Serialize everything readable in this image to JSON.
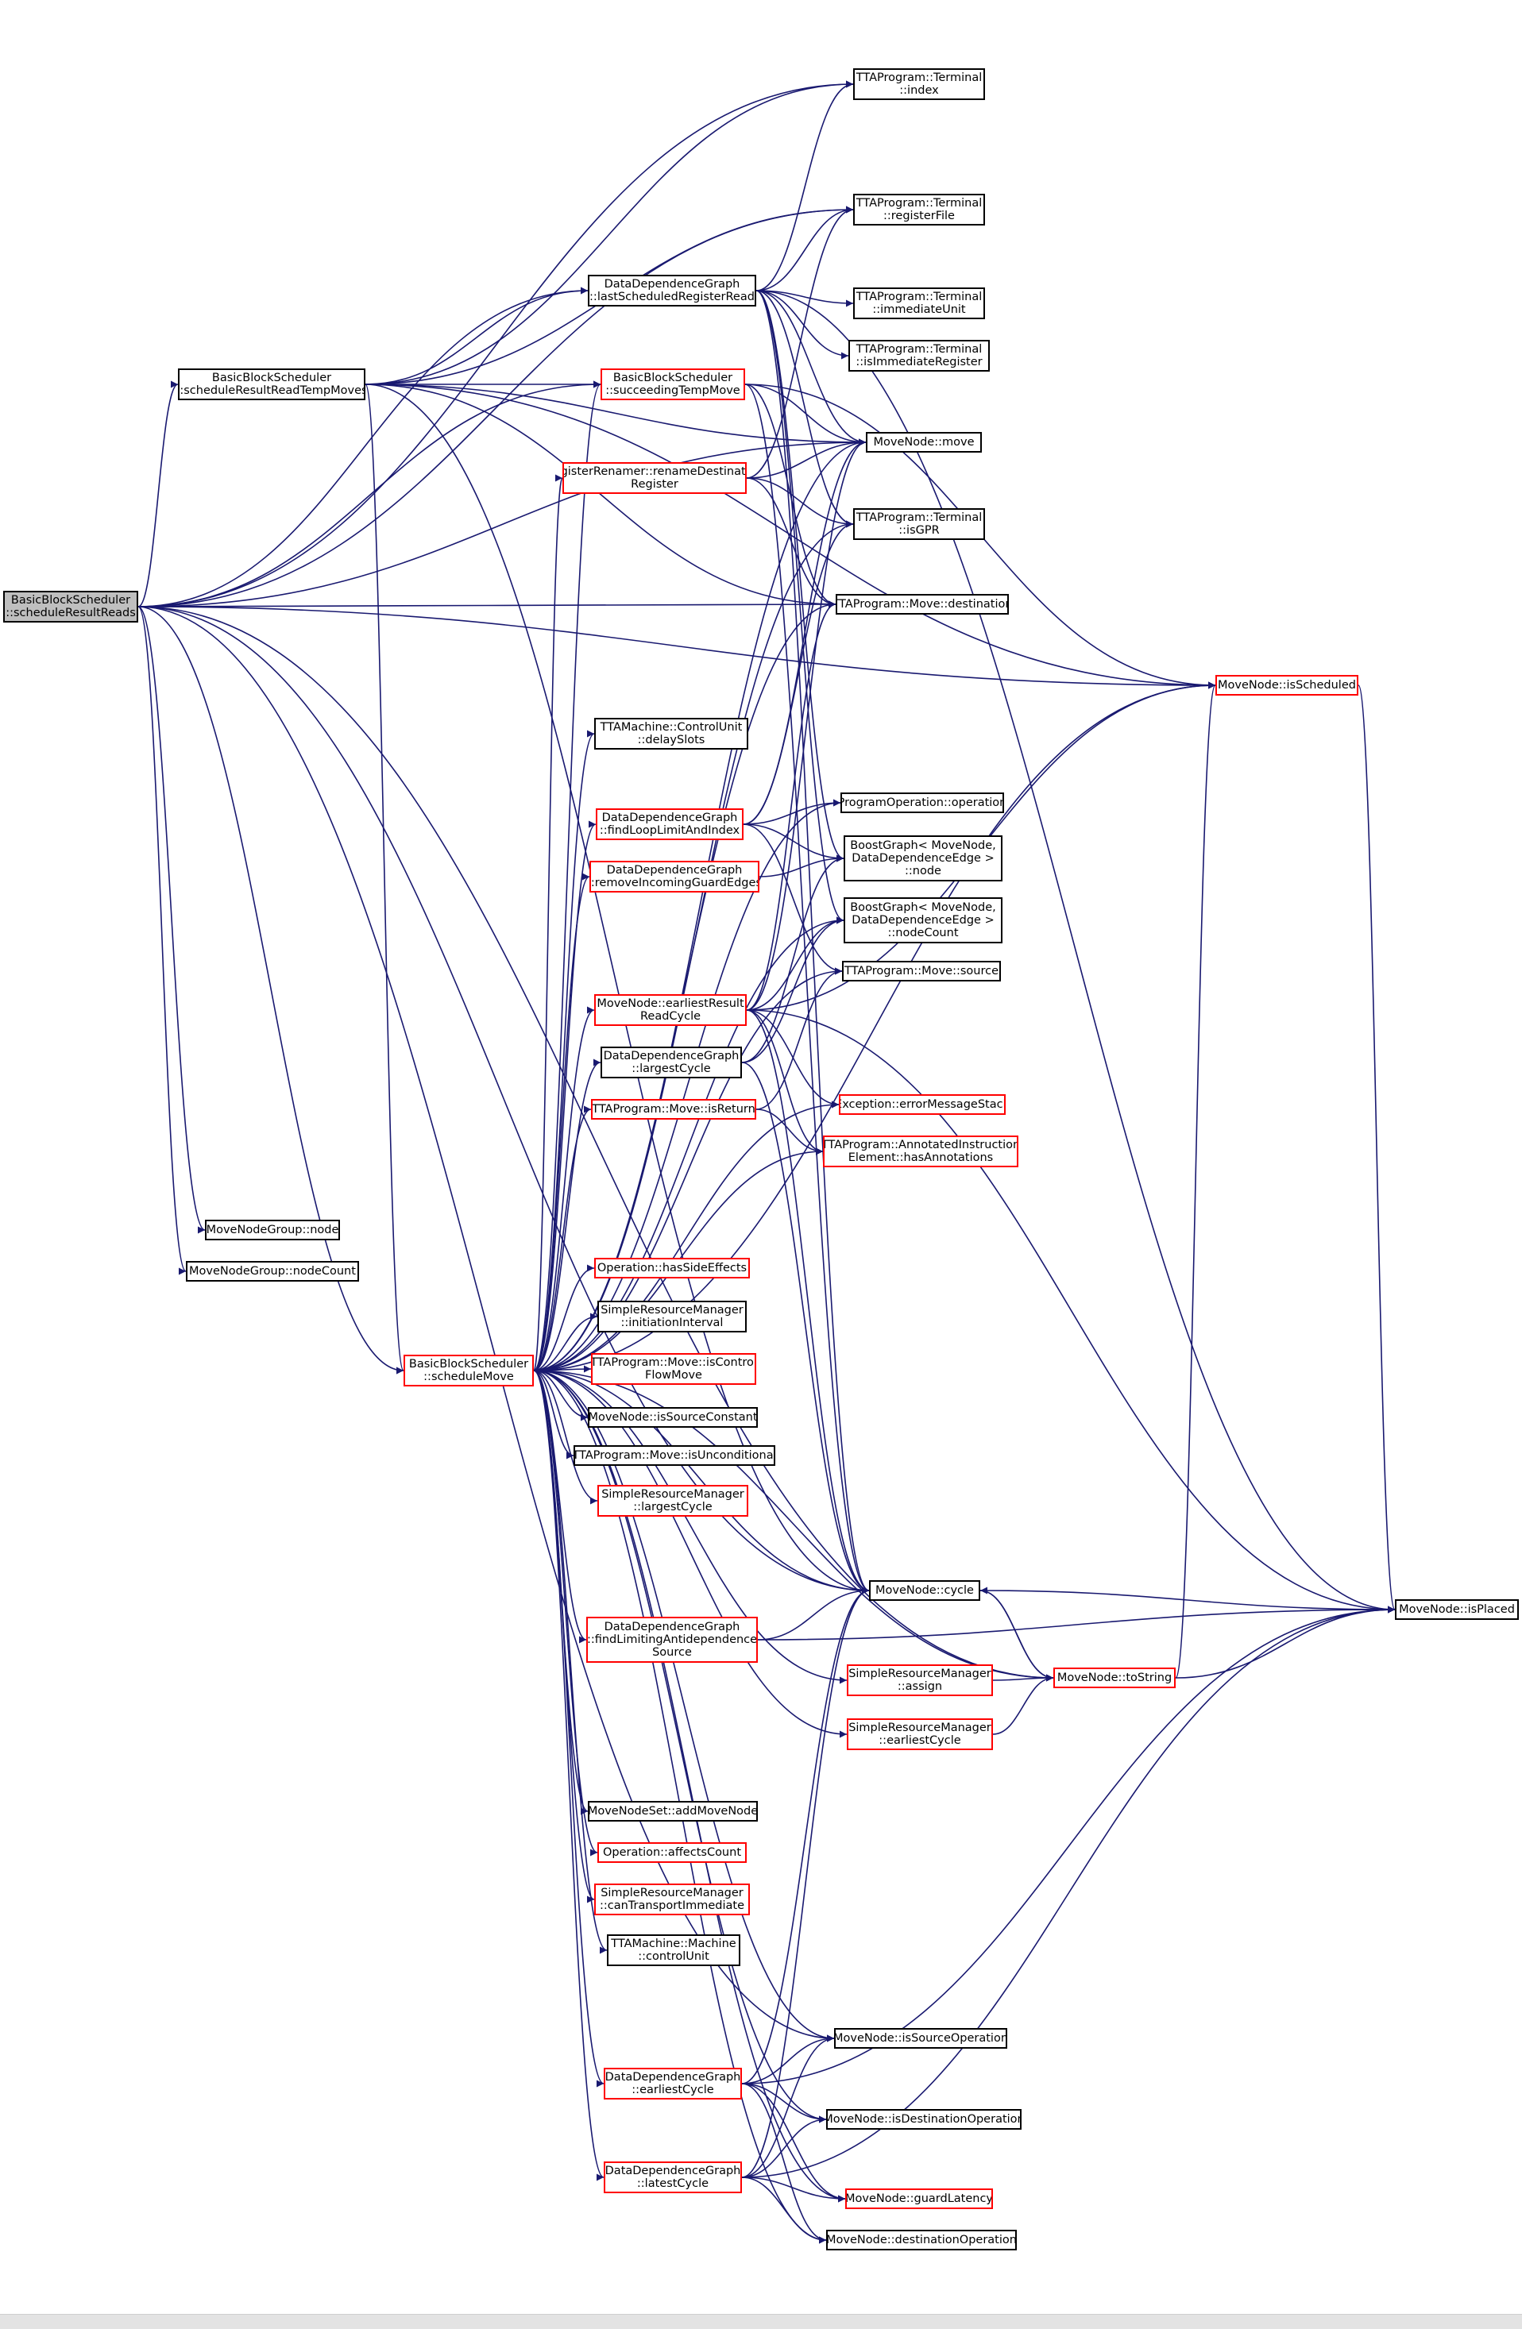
{
  "colors": {
    "edge": "#191970",
    "border": "#000000",
    "border_red": "#ff0000",
    "root_fill": "#bfbfbf"
  },
  "nodes": [
    {
      "id": "root",
      "lines": [
        "BasicBlockScheduler",
        "::scheduleResultReads"
      ],
      "style": "root"
    },
    {
      "id": "srt",
      "lines": [
        "BasicBlockScheduler",
        "::scheduleResultReadTempMoves"
      ],
      "style": "black"
    },
    {
      "id": "mng_node",
      "lines": [
        "MoveNodeGroup::node"
      ],
      "style": "black"
    },
    {
      "id": "mng_count",
      "lines": [
        "MoveNodeGroup::nodeCount"
      ],
      "style": "black"
    },
    {
      "id": "sm",
      "lines": [
        "BasicBlockScheduler",
        "::scheduleMove"
      ],
      "style": "red"
    },
    {
      "id": "lsrr",
      "lines": [
        "DataDependenceGraph",
        "::lastScheduledRegisterRead"
      ],
      "style": "black"
    },
    {
      "id": "stm",
      "lines": [
        "BasicBlockScheduler",
        "::succeedingTempMove"
      ],
      "style": "red"
    },
    {
      "id": "rr",
      "lines": [
        "RegisterRenamer::renameDestination",
        "Register"
      ],
      "style": "red"
    },
    {
      "id": "delay",
      "lines": [
        "TTAMachine::ControlUnit",
        "::delaySlots"
      ],
      "style": "black"
    },
    {
      "id": "fll",
      "lines": [
        "DataDependenceGraph",
        "::findLoopLimitAndIndex"
      ],
      "style": "red"
    },
    {
      "id": "rig",
      "lines": [
        "DataDependenceGraph",
        "::removeIncomingGuardEdges"
      ],
      "style": "red"
    },
    {
      "id": "erc",
      "lines": [
        "MoveNode::earliestResult",
        "ReadCycle"
      ],
      "style": "red"
    },
    {
      "id": "ddg_lc",
      "lines": [
        "DataDependenceGraph",
        "::largestCycle"
      ],
      "style": "black"
    },
    {
      "id": "isret",
      "lines": [
        "TTAProgram::Move::isReturn"
      ],
      "style": "red"
    },
    {
      "id": "hse",
      "lines": [
        "Operation::hasSideEffects"
      ],
      "style": "red"
    },
    {
      "id": "srm_ii",
      "lines": [
        "SimpleResourceManager",
        "::initiationInterval"
      ],
      "style": "black"
    },
    {
      "id": "icf",
      "lines": [
        "TTAProgram::Move::isControl",
        "FlowMove"
      ],
      "style": "red"
    },
    {
      "id": "isc",
      "lines": [
        "MoveNode::isSourceConstant"
      ],
      "style": "black"
    },
    {
      "id": "isu",
      "lines": [
        "TTAProgram::Move::isUnconditional"
      ],
      "style": "black"
    },
    {
      "id": "srm_lc",
      "lines": [
        "SimpleResourceManager",
        "::largestCycle"
      ],
      "style": "red"
    },
    {
      "id": "flas",
      "lines": [
        "DataDependenceGraph",
        "::findLimitingAntidependence",
        "Source"
      ],
      "style": "red"
    },
    {
      "id": "amn",
      "lines": [
        "MoveNodeSet::addMoveNode"
      ],
      "style": "black"
    },
    {
      "id": "ac",
      "lines": [
        "Operation::affectsCount"
      ],
      "style": "red"
    },
    {
      "id": "cti",
      "lines": [
        "SimpleResourceManager",
        "::canTransportImmediate"
      ],
      "style": "red"
    },
    {
      "id": "cu",
      "lines": [
        "TTAMachine::Machine",
        "::controlUnit"
      ],
      "style": "black"
    },
    {
      "id": "ddg_ec",
      "lines": [
        "DataDependenceGraph",
        "::earliestCycle"
      ],
      "style": "red"
    },
    {
      "id": "ddg_ltc",
      "lines": [
        "DataDependenceGraph",
        "::latestCycle"
      ],
      "style": "red"
    },
    {
      "id": "t_index",
      "lines": [
        "TTAProgram::Terminal",
        "::index"
      ],
      "style": "black"
    },
    {
      "id": "t_rf",
      "lines": [
        "TTAProgram::Terminal",
        "::registerFile"
      ],
      "style": "black"
    },
    {
      "id": "t_iu",
      "lines": [
        "TTAProgram::Terminal",
        "::immediateUnit"
      ],
      "style": "black"
    },
    {
      "id": "t_iir",
      "lines": [
        "TTAProgram::Terminal",
        "::isImmediateRegister"
      ],
      "style": "black"
    },
    {
      "id": "mn_move",
      "lines": [
        "MoveNode::move"
      ],
      "style": "black"
    },
    {
      "id": "t_gpr",
      "lines": [
        "TTAProgram::Terminal",
        "::isGPR"
      ],
      "style": "black"
    },
    {
      "id": "m_dest",
      "lines": [
        "TTAProgram::Move::destination"
      ],
      "style": "black"
    },
    {
      "id": "mn_issch",
      "lines": [
        "MoveNode::isScheduled"
      ],
      "style": "red"
    },
    {
      "id": "po_op",
      "lines": [
        "ProgramOperation::operation"
      ],
      "style": "black"
    },
    {
      "id": "bg_node",
      "lines": [
        "BoostGraph< MoveNode,",
        "DataDependenceEdge >",
        "::node"
      ],
      "style": "black"
    },
    {
      "id": "bg_count",
      "lines": [
        "BoostGraph< MoveNode,",
        "DataDependenceEdge >",
        "::nodeCount"
      ],
      "style": "black"
    },
    {
      "id": "m_src",
      "lines": [
        "TTAProgram::Move::source"
      ],
      "style": "black"
    },
    {
      "id": "exc",
      "lines": [
        "Exception::errorMessageStack"
      ],
      "style": "red"
    },
    {
      "id": "aie",
      "lines": [
        "TTAProgram::AnnotatedInstruction",
        "Element::hasAnnotations"
      ],
      "style": "red"
    },
    {
      "id": "mn_cycle",
      "lines": [
        "MoveNode::cycle"
      ],
      "style": "black"
    },
    {
      "id": "srm_assign",
      "lines": [
        "SimpleResourceManager",
        "::assign"
      ],
      "style": "red"
    },
    {
      "id": "srm_ec",
      "lines": [
        "SimpleResourceManager",
        "::earliestCycle"
      ],
      "style": "red"
    },
    {
      "id": "mn_tostr",
      "lines": [
        "MoveNode::toString"
      ],
      "style": "red"
    },
    {
      "id": "mn_isso",
      "lines": [
        "MoveNode::isSourceOperation"
      ],
      "style": "black"
    },
    {
      "id": "mn_isdo",
      "lines": [
        "MoveNode::isDestinationOperation"
      ],
      "style": "black"
    },
    {
      "id": "mn_gl",
      "lines": [
        "MoveNode::guardLatency"
      ],
      "style": "red"
    },
    {
      "id": "mn_do",
      "lines": [
        "MoveNode::destinationOperation"
      ],
      "style": "black"
    },
    {
      "id": "mn_isplaced",
      "lines": [
        "MoveNode::isPlaced"
      ],
      "style": "black"
    }
  ],
  "edges": [
    [
      "root",
      "srt"
    ],
    [
      "root",
      "mng_node"
    ],
    [
      "root",
      "mng_count"
    ],
    [
      "root",
      "sm"
    ],
    [
      "root",
      "lsrr"
    ],
    [
      "root",
      "stm"
    ],
    [
      "root",
      "t_index"
    ],
    [
      "root",
      "t_rf"
    ],
    [
      "root",
      "mn_move"
    ],
    [
      "root",
      "m_dest"
    ],
    [
      "root",
      "mn_issch"
    ],
    [
      "root",
      "mn_cycle"
    ],
    [
      "root",
      "mn_isso"
    ],
    [
      "root",
      "mn_tostr"
    ],
    [
      "srt",
      "lsrr"
    ],
    [
      "srt",
      "stm"
    ],
    [
      "srt",
      "t_index"
    ],
    [
      "srt",
      "t_rf"
    ],
    [
      "srt",
      "mn_move"
    ],
    [
      "srt",
      "m_dest"
    ],
    [
      "srt",
      "mn_issch"
    ],
    [
      "srt",
      "sm"
    ],
    [
      "srt",
      "mn_cycle"
    ],
    [
      "lsrr",
      "t_index"
    ],
    [
      "lsrr",
      "t_rf"
    ],
    [
      "lsrr",
      "t_iu"
    ],
    [
      "lsrr",
      "t_iir"
    ],
    [
      "lsrr",
      "mn_move"
    ],
    [
      "lsrr",
      "t_gpr"
    ],
    [
      "lsrr",
      "mn_isplaced"
    ],
    [
      "lsrr",
      "bg_node"
    ],
    [
      "lsrr",
      "bg_count"
    ],
    [
      "lsrr",
      "mn_cycle"
    ],
    [
      "stm",
      "mn_move"
    ],
    [
      "stm",
      "mn_issch"
    ],
    [
      "stm",
      "m_dest"
    ],
    [
      "stm",
      "mn_cycle"
    ],
    [
      "rr",
      "mn_move"
    ],
    [
      "rr",
      "t_rf"
    ],
    [
      "rr",
      "t_gpr"
    ],
    [
      "rr",
      "m_dest"
    ],
    [
      "fll",
      "po_op"
    ],
    [
      "fll",
      "bg_node"
    ],
    [
      "fll",
      "mn_move"
    ],
    [
      "fll",
      "m_src"
    ],
    [
      "fll",
      "t_gpr"
    ],
    [
      "rig",
      "bg_node"
    ],
    [
      "erc",
      "mn_issch"
    ],
    [
      "erc",
      "exc"
    ],
    [
      "erc",
      "aie"
    ],
    [
      "erc",
      "mn_cycle"
    ],
    [
      "erc",
      "mn_isplaced"
    ],
    [
      "erc",
      "bg_count"
    ],
    [
      "erc",
      "m_dest"
    ],
    [
      "erc",
      "mn_move"
    ],
    [
      "ddg_lc",
      "bg_node"
    ],
    [
      "ddg_lc",
      "bg_count"
    ],
    [
      "ddg_lc",
      "mn_cycle"
    ],
    [
      "isret",
      "m_src"
    ],
    [
      "isret",
      "aie"
    ],
    [
      "sm",
      "rr"
    ],
    [
      "sm",
      "delay"
    ],
    [
      "sm",
      "fll"
    ],
    [
      "sm",
      "rig"
    ],
    [
      "sm",
      "erc"
    ],
    [
      "sm",
      "ddg_lc"
    ],
    [
      "sm",
      "isret"
    ],
    [
      "sm",
      "hse"
    ],
    [
      "sm",
      "srm_ii"
    ],
    [
      "sm",
      "icf"
    ],
    [
      "sm",
      "isc"
    ],
    [
      "sm",
      "isu"
    ],
    [
      "sm",
      "srm_lc"
    ],
    [
      "sm",
      "flas"
    ],
    [
      "sm",
      "srm_assign"
    ],
    [
      "sm",
      "srm_ec"
    ],
    [
      "sm",
      "amn"
    ],
    [
      "sm",
      "ac"
    ],
    [
      "sm",
      "cti"
    ],
    [
      "sm",
      "cu"
    ],
    [
      "sm",
      "ddg_ec"
    ],
    [
      "sm",
      "ddg_ltc"
    ],
    [
      "sm",
      "mn_cycle"
    ],
    [
      "sm",
      "mn_isso"
    ],
    [
      "sm",
      "mn_isdo"
    ],
    [
      "sm",
      "mn_gl"
    ],
    [
      "sm",
      "mn_do"
    ],
    [
      "sm",
      "mn_issch"
    ],
    [
      "sm",
      "mn_move"
    ],
    [
      "sm",
      "t_gpr"
    ],
    [
      "sm",
      "m_dest"
    ],
    [
      "sm",
      "po_op"
    ],
    [
      "sm",
      "bg_count"
    ],
    [
      "sm",
      "m_src"
    ],
    [
      "sm",
      "exc"
    ],
    [
      "sm",
      "aie"
    ],
    [
      "sm",
      "mn_tostr"
    ],
    [
      "sm",
      "stm"
    ],
    [
      "flas",
      "mn_cycle"
    ],
    [
      "flas",
      "mn_isplaced"
    ],
    [
      "srm_assign",
      "mn_tostr"
    ],
    [
      "srm_ec",
      "mn_tostr"
    ],
    [
      "mn_cycle",
      "mn_isplaced"
    ],
    [
      "mn_cycle",
      "mn_tostr"
    ],
    [
      "mn_tostr",
      "mn_cycle"
    ],
    [
      "mn_tostr",
      "mn_isplaced"
    ],
    [
      "mn_tostr",
      "mn_issch"
    ],
    [
      "mn_issch",
      "mn_isplaced"
    ],
    [
      "ddg_ec",
      "mn_isso"
    ],
    [
      "ddg_ec",
      "mn_isdo"
    ],
    [
      "ddg_ec",
      "mn_gl"
    ],
    [
      "ddg_ec",
      "mn_do"
    ],
    [
      "ddg_ec",
      "mn_isplaced"
    ],
    [
      "ddg_ec",
      "mn_cycle"
    ],
    [
      "ddg_ltc",
      "mn_isso"
    ],
    [
      "ddg_ltc",
      "mn_isdo"
    ],
    [
      "ddg_ltc",
      "mn_gl"
    ],
    [
      "ddg_ltc",
      "mn_do"
    ],
    [
      "ddg_ltc",
      "mn_isplaced"
    ],
    [
      "ddg_ltc",
      "mn_cycle"
    ]
  ]
}
